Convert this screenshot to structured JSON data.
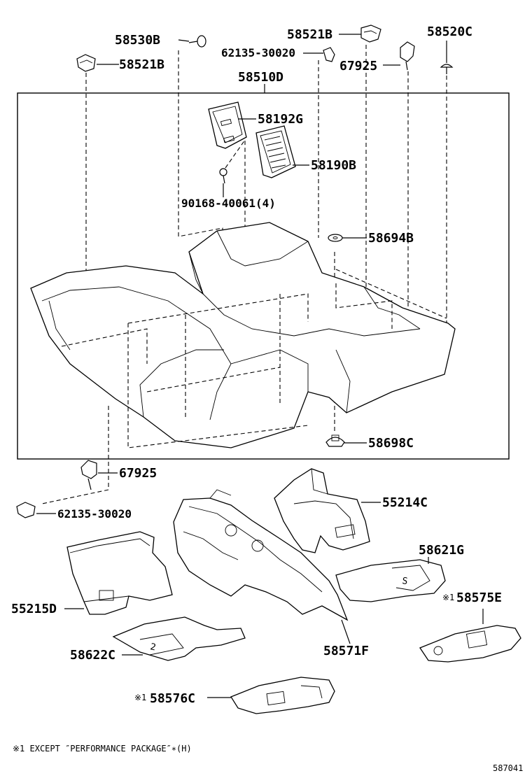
{
  "labels": {
    "p58530B": "58530B",
    "p58521B_top": "58521B",
    "p58520C": "58520C",
    "p58521B_left": "58521B",
    "p62135_top": "62135-30020",
    "p67925_top": "67925",
    "p58510D": "58510D",
    "p58192G": "58192G",
    "p58190B": "58190B",
    "p90168": "90168-40061(4)",
    "p58694B": "58694B",
    "p58698C": "58698C",
    "p67925_bottom": "67925",
    "p62135_bottom": "62135-30020",
    "p55214C": "55214C",
    "p58621G": "58621G",
    "p58575E": "58575E",
    "p55215D": "55215D",
    "p58622C": "58622C",
    "p58571F": "58571F",
    "p58576C": "58576C"
  },
  "marks": {
    "note_mark": "※1"
  },
  "footnote": "※1 EXCEPT ″PERFORMANCE PACKAGE″∗(H)",
  "diagram_code": "587041"
}
